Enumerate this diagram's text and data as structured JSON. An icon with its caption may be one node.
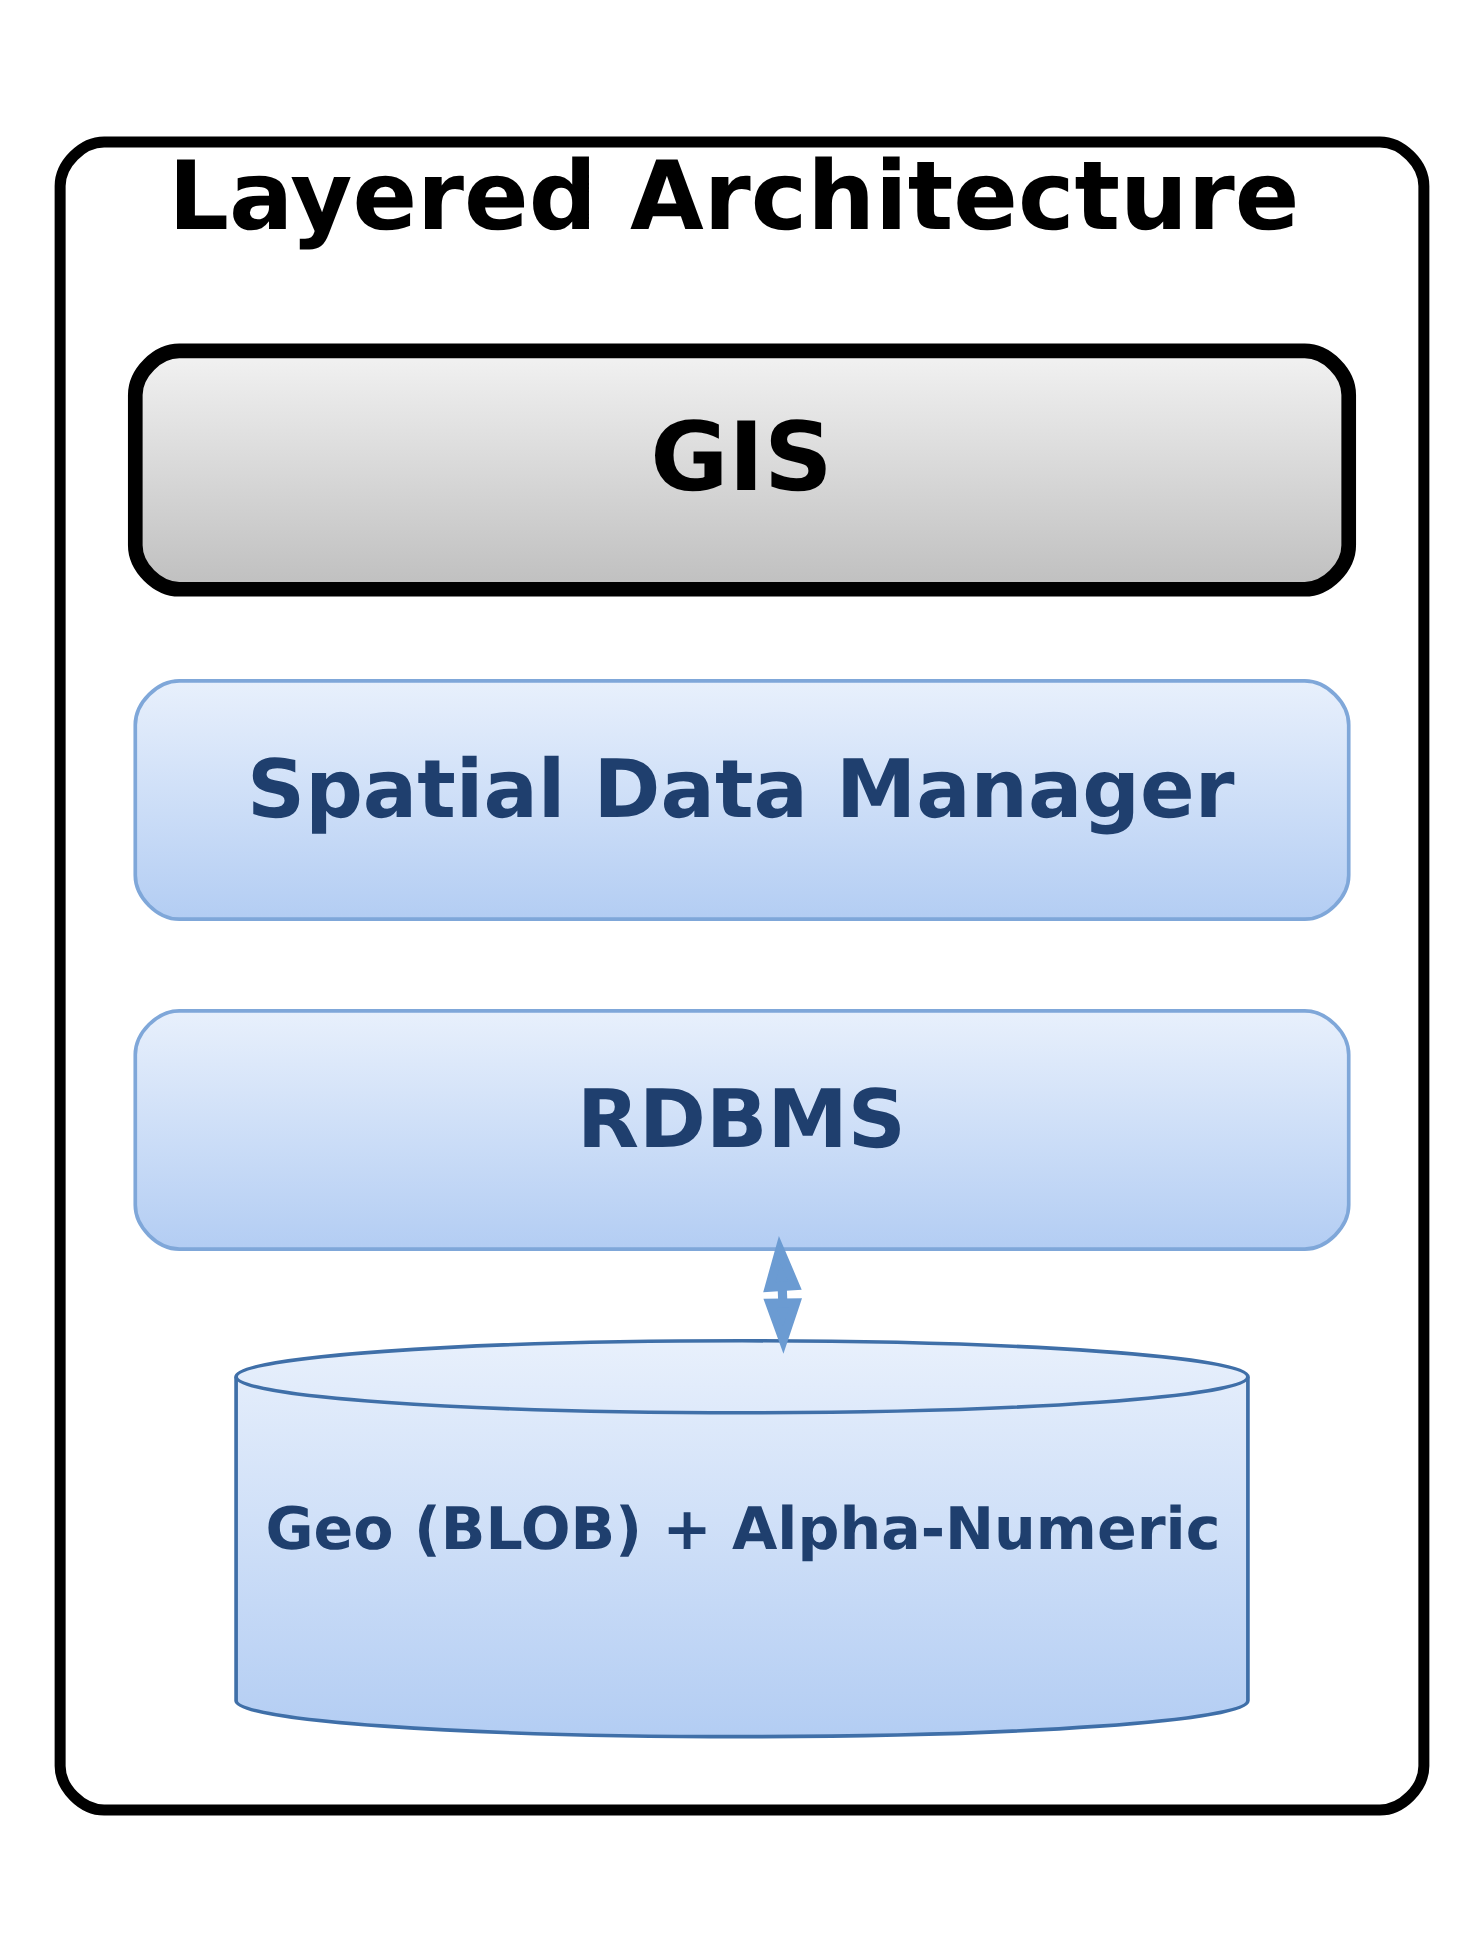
{
  "diagram": {
    "nodes": [
      {
        "text": [
          "Layered Architecture"
        ]
      },
      {
        "text": [
          "GIS"
        ],
        "in": 0
      },
      {
        "text": [
          "Spatial Data Manager"
        ],
        "in": 0
      },
      {
        "text": [
          "RDBMS"
        ],
        "in": 0
      },
      {
        "text": [
          "Geo (BLOB) + Alpha-Numeric"
        ],
        "in": 0
      }
    ],
    "edges": [
      {
        "from": 3,
        "to": 4,
        "arrow": "both",
        "color": "#6b9bd2"
      }
    ]
  }
}
